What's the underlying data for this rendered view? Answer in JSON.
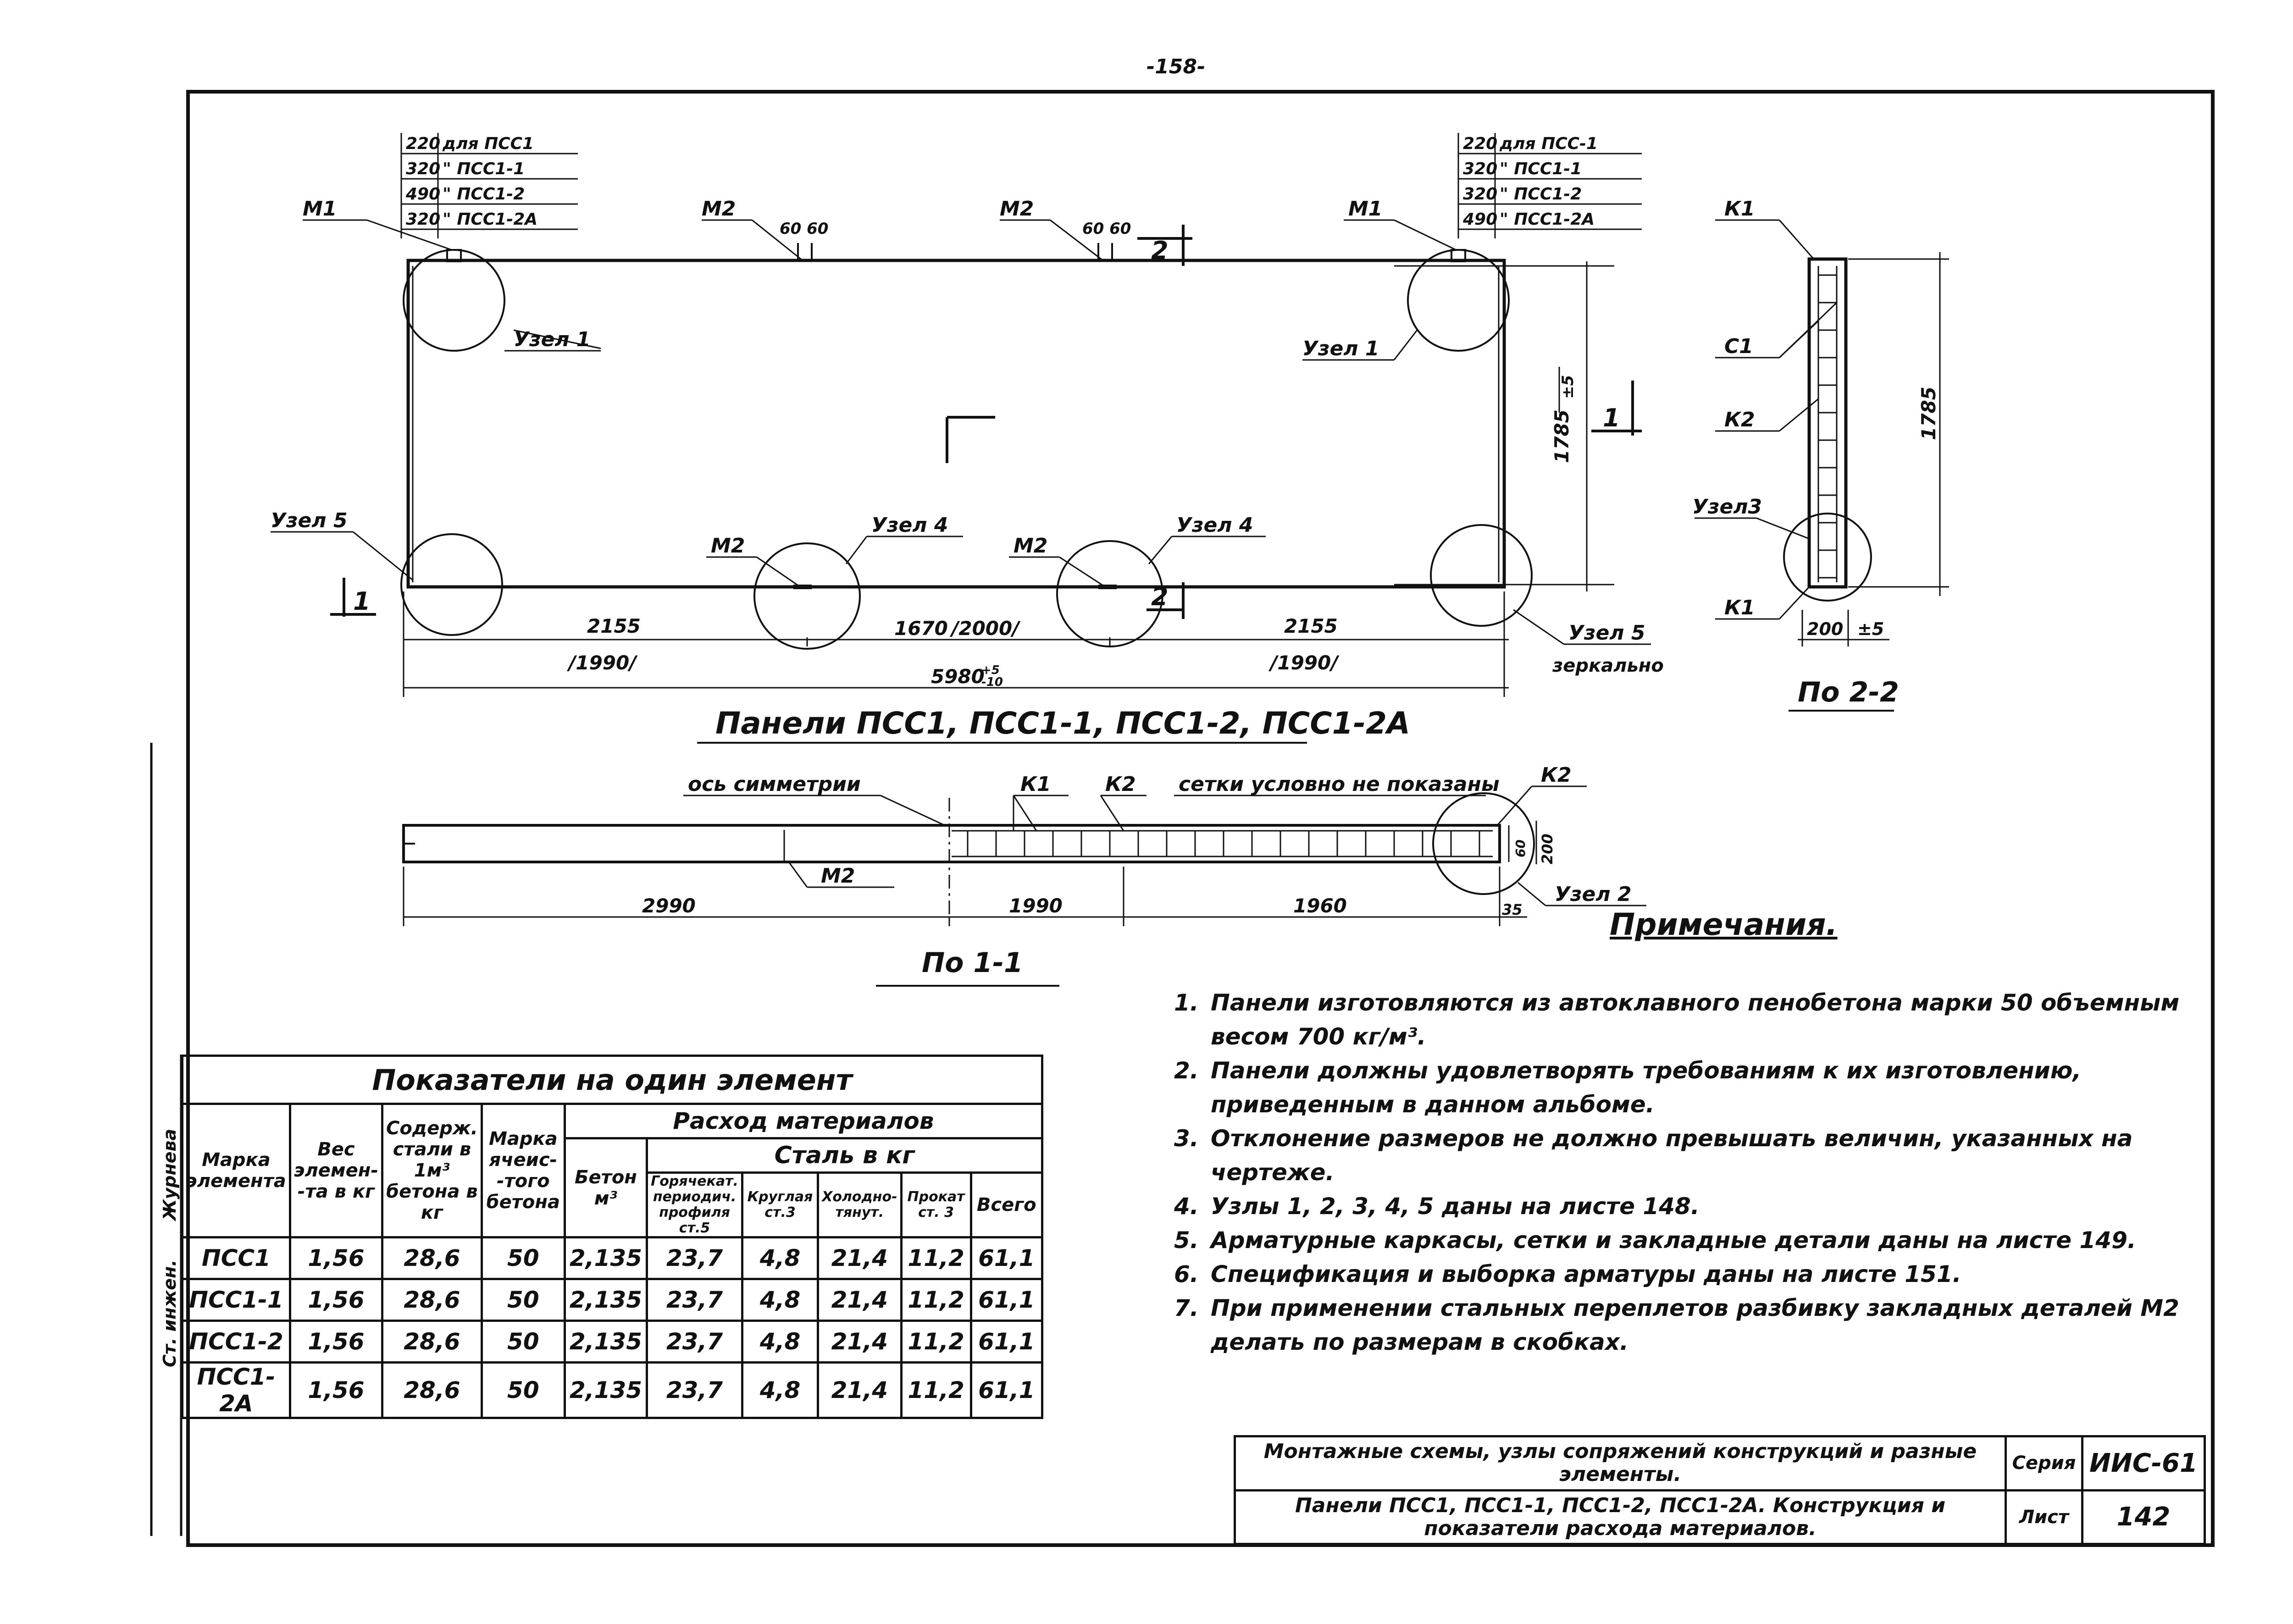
{
  "page_number": "-158-",
  "drawing": {
    "panel_title": "Панели  ПСС1, ПСС1-1, ПСС1-2, ПСС1-2А",
    "section_1_title": "По 1-1",
    "section_2_title": "По 2-2",
    "left_spec": [
      {
        "dim": "220",
        "text": "для  ПСС1"
      },
      {
        "dim": "320",
        "text": "\"   ПСС1-1"
      },
      {
        "dim": "490",
        "text": "\"   ПСС1-2"
      },
      {
        "dim": "320",
        "text": "\"   ПСС1-2А"
      }
    ],
    "right_spec": [
      {
        "dim": "220",
        "text": "для  ПСС-1"
      },
      {
        "dim": "320",
        "text": "\"   ПСС1-1"
      },
      {
        "dim": "320",
        "text": "\"   ПСС1-2"
      },
      {
        "dim": "490",
        "text": "\"   ПСС1-2А"
      }
    ],
    "labels": {
      "m1": "М1",
      "m2": "М2",
      "uzel1": "Узел 1",
      "uzel2": "Узел 2",
      "uzel3": "Узел3",
      "uzel4": "Узел 4",
      "uzel5": "Узел 5",
      "mirror": "зеркально",
      "k1": "К1",
      "k2": "К2",
      "c1": "С1",
      "sec1": "1",
      "sec2": "2",
      "axis": "ось симметрии",
      "meshes": "сетки условно не показаны"
    },
    "dims": {
      "d6060": "60 60",
      "d2155": "2155",
      "d1990b": "/1990/",
      "d1670": "1670",
      "d2000": "/2000/",
      "d5980": "5980",
      "tol_plus5": "+5",
      "tol_minus10": "-10",
      "d1785": "1785",
      "tol_pm5": "±5",
      "d200": "200",
      "d2990": "2990",
      "d1990": "1990",
      "d1960": "1960",
      "d35": "35",
      "d60": "60"
    }
  },
  "table": {
    "caption": "Показатели  на  один  элемент",
    "headers": {
      "mark": "Марка элемента",
      "weight": "Вес элемен- -та в кг",
      "steel_content": "Содерж. стали в 1м³ бетона в кг",
      "concrete_mark": "Марка ячеис- -того бетона",
      "consumption": "Расход материалов",
      "concrete": "Бетон м³",
      "steel": "Сталь  в  кг",
      "hot": "Горячекат. периодич. профиля ст.5",
      "round": "Круглая ст.3",
      "cold": "Холодно- тянут.",
      "rolled": "Прокат ст. 3",
      "total": "Всего"
    },
    "rows": [
      [
        "ПСС1",
        "1,56",
        "28,6",
        "50",
        "2,135",
        "23,7",
        "4,8",
        "21,4",
        "11,2",
        "61,1"
      ],
      [
        "ПСС1-1",
        "1,56",
        "28,6",
        "50",
        "2,135",
        "23,7",
        "4,8",
        "21,4",
        "11,2",
        "61,1"
      ],
      [
        "ПСС1-2",
        "1,56",
        "28,6",
        "50",
        "2,135",
        "23,7",
        "4,8",
        "21,4",
        "11,2",
        "61,1"
      ],
      [
        "ПСС1-2А",
        "1,56",
        "28,6",
        "50",
        "2,135",
        "23,7",
        "4,8",
        "21,4",
        "11,2",
        "61,1"
      ]
    ]
  },
  "notes": {
    "title": "Примечания.",
    "items": [
      {
        "n": "1.",
        "text": "Панели  изготовляются  из  автоклавного  пенобетона  марки 50 объемным  весом  700 кг/м³."
      },
      {
        "n": "2.",
        "text": "Панели  должны  удовлетворять  требованиям  к их  изготовлению, приведенным  в  данном  альбоме."
      },
      {
        "n": "3.",
        "text": "Отклонение  размеров  не  должно  превышать  величин, указанных на  чертеже."
      },
      {
        "n": "4.",
        "text": "Узлы  1, 2, 3, 4, 5  даны  на  листе  148."
      },
      {
        "n": "5.",
        "text": "Арматурные  каркасы, сетки и закладные  детали  даны на листе  149."
      },
      {
        "n": "6.",
        "text": "Спецификация  и  выборка  арматуры  даны  на  листе  151."
      },
      {
        "n": "7.",
        "text": "При  применении  стальных  переплетов  разбивку  закладных  деталей М2  делать  по  размерам  в  скобках."
      }
    ]
  },
  "title_block": {
    "title": "Монтажные  схемы, узлы  сопряжений конструкций  и  разные  элементы.",
    "subtitle": "Панели  ПСС1, ПСС1-1, ПСС1-2, ПСС1-2А. Конструкция  и  показатели  расхода  материалов.",
    "series_label": "Серия",
    "series_value": "ИИС-61",
    "sheet_label": "Лист",
    "sheet_value": "142"
  },
  "side_stamp": {
    "role": "Ст. инжен.",
    "name": "Журнева"
  }
}
